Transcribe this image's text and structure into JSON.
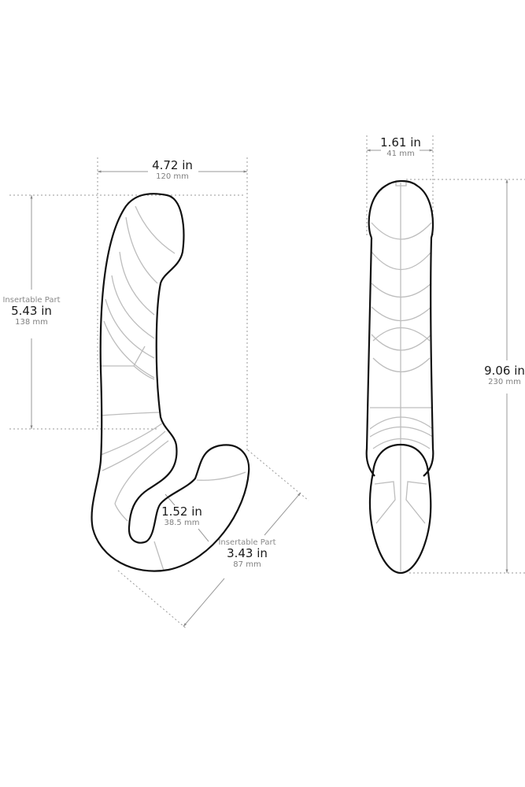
{
  "side_view": {
    "width": {
      "primary": "4.72 in",
      "secondary": "120 mm"
    },
    "insertable_height": {
      "caption": "Insertable Part",
      "primary": "5.43 in",
      "secondary": "138 mm"
    },
    "gap": {
      "primary": "1.52 in",
      "secondary": "38.5 mm"
    },
    "insertable_bulb": {
      "caption": "Insertable Part",
      "primary": "3.43 in",
      "secondary": "87 mm"
    }
  },
  "front_view": {
    "width": {
      "primary": "1.61 in",
      "secondary": "41 mm"
    },
    "total_height": {
      "primary": "9.06 in",
      "secondary": "230 mm"
    }
  },
  "colors": {
    "outline": "#111111",
    "detail": "#bdbdbd",
    "dim_line": "#8a8a8a"
  }
}
